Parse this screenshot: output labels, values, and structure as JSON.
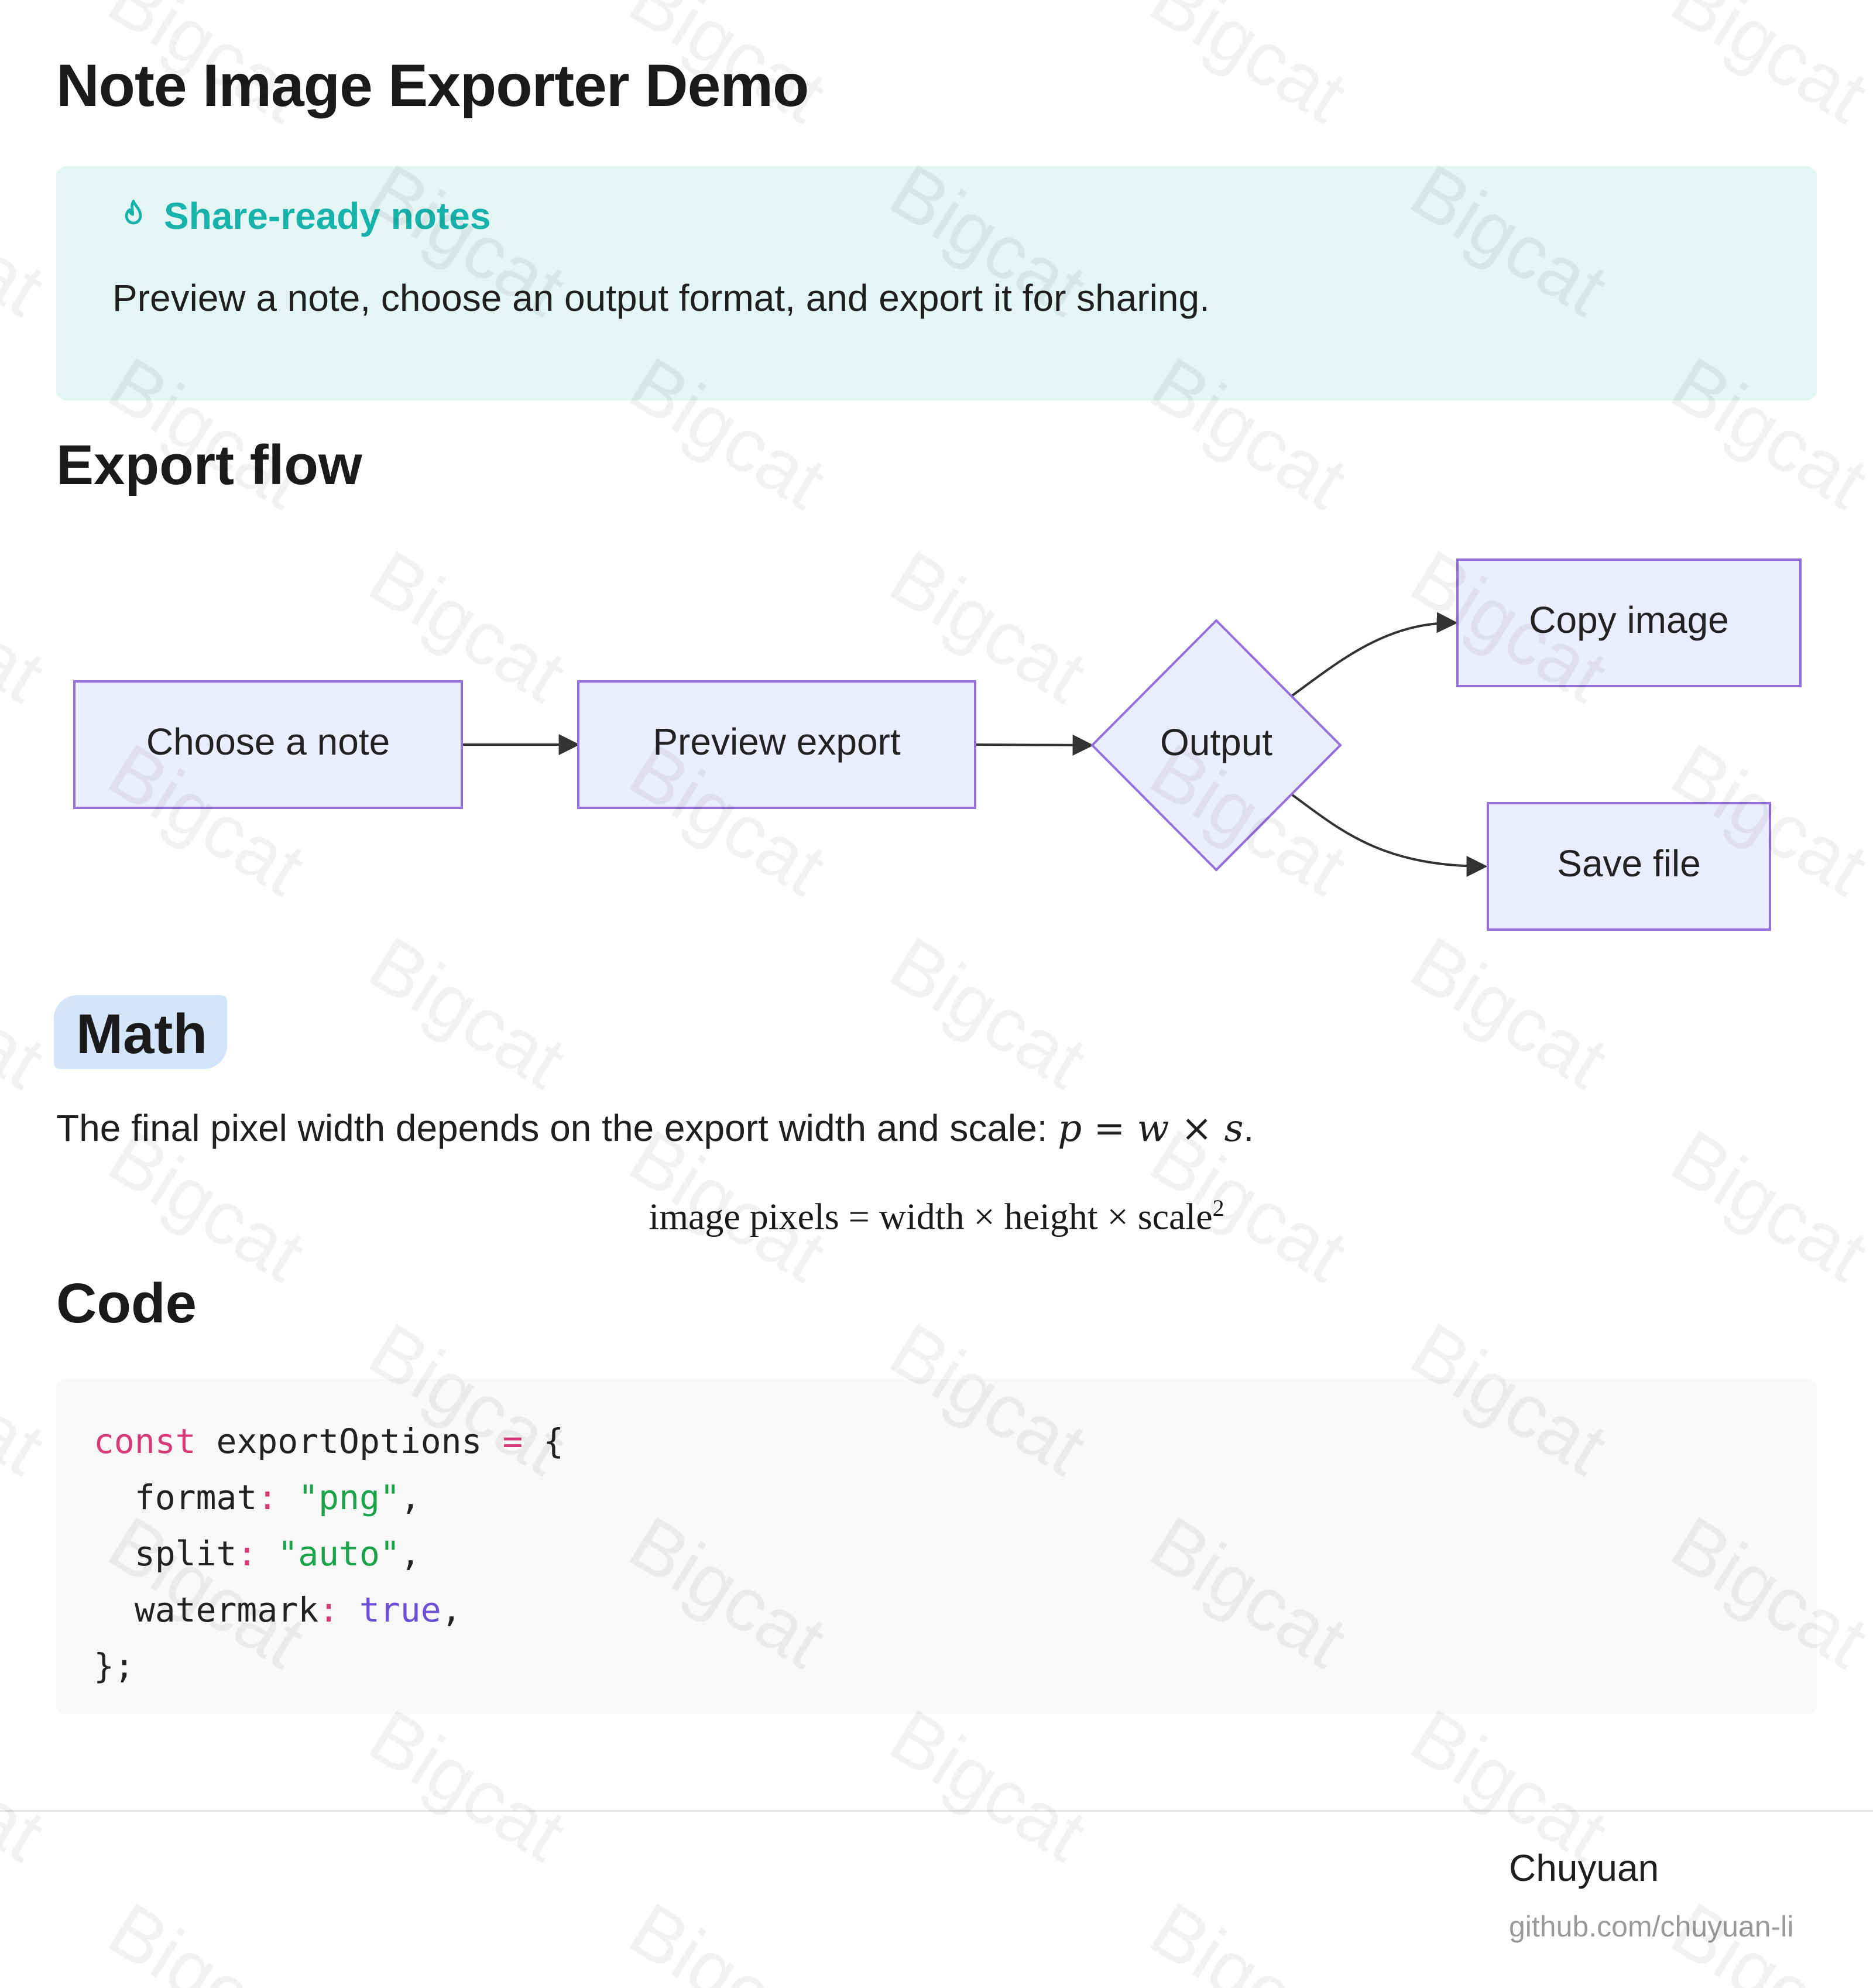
{
  "page": {
    "title": "Note Image Exporter Demo"
  },
  "callout": {
    "icon": "flame-icon",
    "heading": "Share-ready notes",
    "body": "Preview a note, choose an output format, and export it for sharing.",
    "accent_color": "#17b3aa",
    "background_color": "#e3f6f4"
  },
  "flow_section": {
    "heading": "Export flow",
    "nodes": {
      "choose": "Choose a note",
      "preview": "Preview export",
      "output": "Output",
      "copy": "Copy image",
      "save": "Save file"
    },
    "node_fill": "#ececff",
    "node_stroke": "#9370db"
  },
  "math_section": {
    "heading": "Math",
    "paragraph": "The final pixel width depends on the export width and scale:",
    "inline_formula": "p = w × s",
    "display_formula": "image pixels = width × height × scale",
    "display_exponent": "2"
  },
  "code_section": {
    "heading": "Code",
    "language": "javascript",
    "lines": [
      "const exportOptions = {",
      "  format: \"png\",",
      "  split: \"auto\",",
      "  watermark: true,",
      "};"
    ]
  },
  "footer": {
    "author": "Chuyuan",
    "link": "github.com/chuyuan-li"
  },
  "watermark": {
    "text": "Bigcat"
  }
}
